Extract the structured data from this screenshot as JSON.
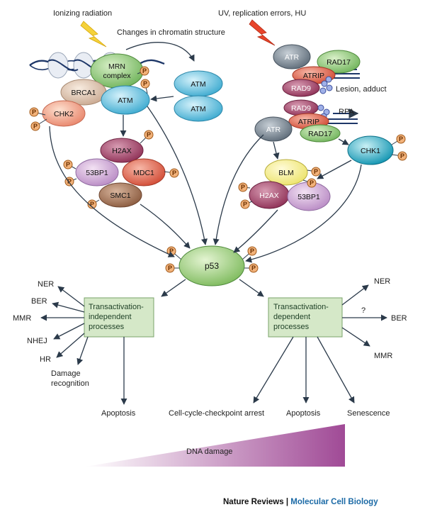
{
  "stimuli": {
    "ionizing": "Ionizing radiation",
    "uv": "UV, replication errors, HU",
    "chromatin": "Changes in chromatin structure"
  },
  "proteins": {
    "mrn_line1": "MRN",
    "mrn_line2": "complex",
    "brca1": "BRCA1",
    "atm": "ATM",
    "atm_dimer_top": "ATM",
    "atm_dimer_bottom": "ATM",
    "chk2": "CHK2",
    "h2ax": "H2AX",
    "bp53_1": "53BP1",
    "mdc1": "MDC1",
    "smc1": "SMC1",
    "atr_top": "ATR",
    "rad17_top": "RAD17",
    "atrip_top": "ATRIP",
    "rad9_top": "RAD9",
    "rad9_bottom": "RAD9",
    "atrip_bottom": "ATRIP",
    "rad17_bottom": "RAD17",
    "atr_bottom": "ATR",
    "chk1": "CHK1",
    "blm": "BLM",
    "h2ax_right": "H2AX",
    "bp53_1_right": "53BP1",
    "p53": "p53",
    "phospho": "P"
  },
  "annotations": {
    "lesion": "Lesion, adduct",
    "rpa": "RPA"
  },
  "left_outputs": [
    "NER",
    "BER",
    "MMR",
    "NHEJ",
    "HR"
  ],
  "damage_recognition_1": "Damage",
  "damage_recognition_2": "recognition",
  "right_outputs": [
    "NER",
    "BER",
    "MMR"
  ],
  "question_mark": "?",
  "boxes": {
    "independent": [
      "Transactivation-",
      "independent",
      "processes"
    ],
    "dependent": [
      "Transactivation-",
      "dependent",
      "processes"
    ]
  },
  "outcomes": {
    "apoptosis_left": "Apoptosis",
    "checkpoint": "Cell-cycle-checkpoint arrest",
    "apoptosis_right": "Apoptosis",
    "senescence": "Senescence"
  },
  "gradient_label": "DNA damage",
  "footer": {
    "journal": "Nature Reviews",
    "separator": " | ",
    "section": "Molecular Cell Biology"
  },
  "colors": {
    "arrow": "#2b3a4a",
    "box_fill": "#d5e8c8",
    "phospho_fill": "#f2b27a",
    "footer_section": "#1b6aa6",
    "gradient_end": "#a04a96"
  }
}
